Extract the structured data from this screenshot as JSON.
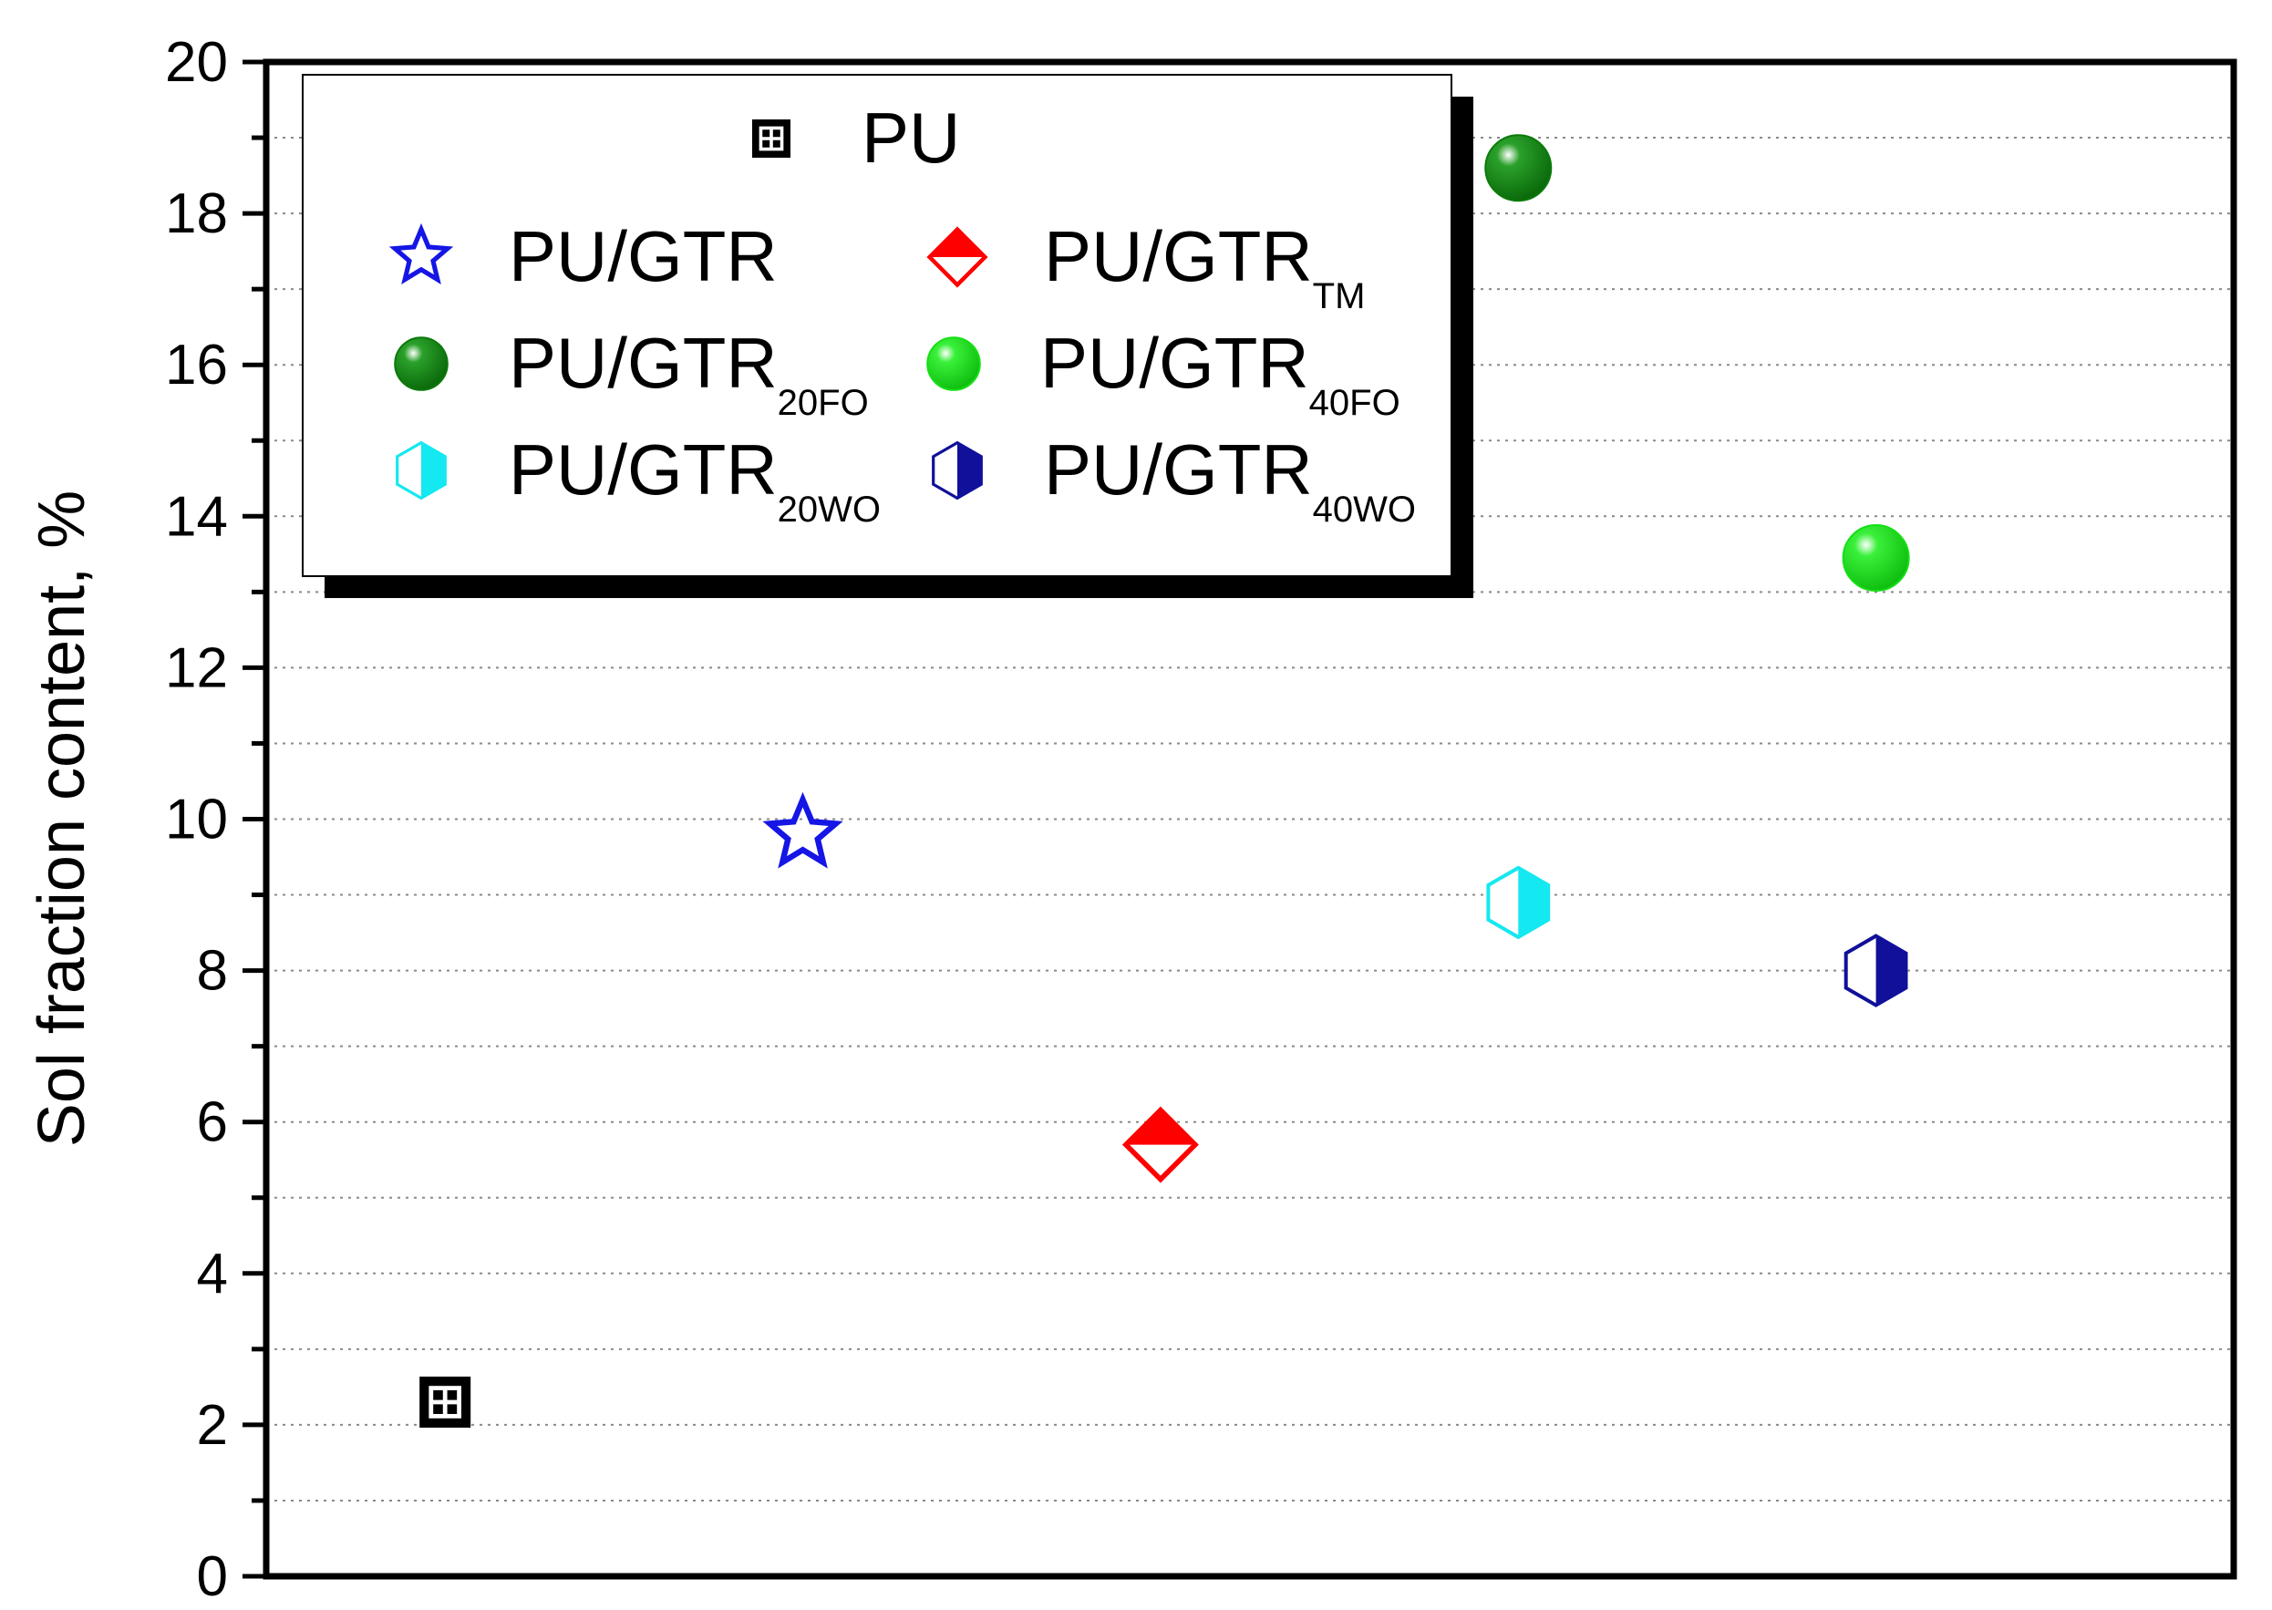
{
  "chart_data": {
    "type": "scatter",
    "title": "",
    "xlabel": "",
    "ylabel": "Sol fraction content, %",
    "ylim": [
      0,
      20
    ],
    "yticks": [
      "0",
      "2",
      "4",
      "6",
      "8",
      "10",
      "12",
      "14",
      "16",
      "18",
      "20"
    ],
    "x_categories": 5,
    "grid": "horizontal dotted",
    "legend_position": "top-left",
    "series": [
      {
        "name": "PU",
        "sub": "",
        "x": 1,
        "y": 2.3,
        "marker": "square-grid",
        "color": "#000000"
      },
      {
        "name": "PU/GTR",
        "sub": "",
        "x": 2,
        "y": 9.8,
        "marker": "star",
        "color": "#1515e6"
      },
      {
        "name": "PU/GTR",
        "sub": "TM",
        "x": 3,
        "y": 5.7,
        "marker": "diamond",
        "color": "#ff0000"
      },
      {
        "name": "PU/GTR",
        "sub": "20FO",
        "x": 4,
        "y": 18.6,
        "marker": "sphere",
        "color": "#0b7a0b"
      },
      {
        "name": "PU/GTR",
        "sub": "40FO",
        "x": 5,
        "y": 13.45,
        "marker": "sphere",
        "color": "#14e014"
      },
      {
        "name": "PU/GTR",
        "sub": "20WO",
        "x": 4,
        "y": 8.9,
        "marker": "hexagon-half",
        "color": "#14e8f0"
      },
      {
        "name": "PU/GTR",
        "sub": "40WO",
        "x": 5,
        "y": 8.0,
        "marker": "hexagon-half",
        "color": "#10109a"
      }
    ]
  }
}
